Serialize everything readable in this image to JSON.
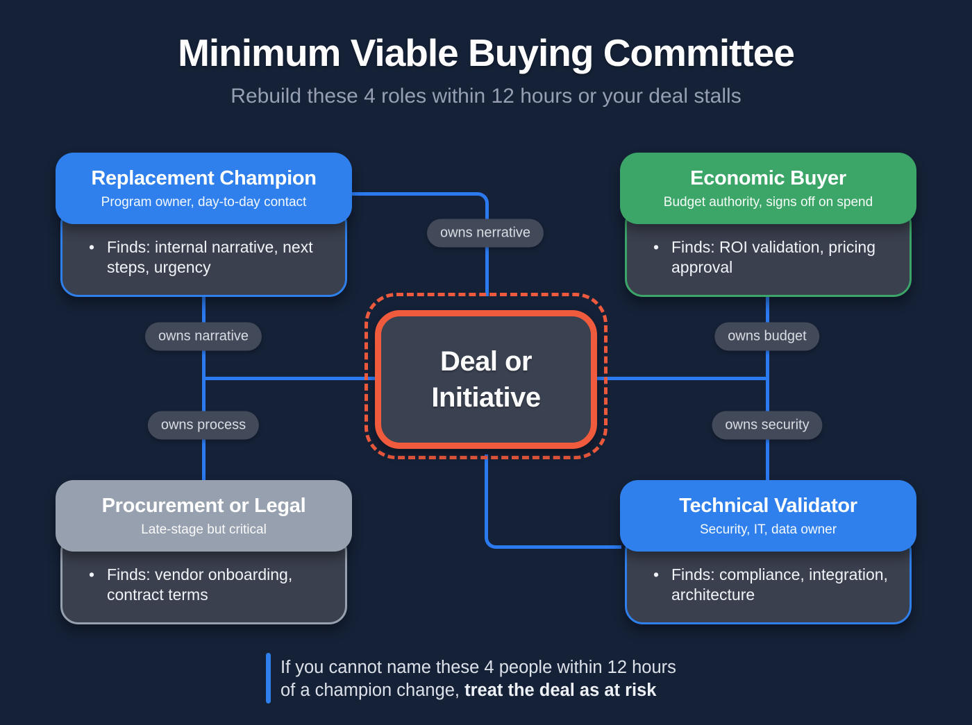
{
  "page": {
    "title": "Minimum Viable Buying Committee",
    "subtitle": "Rebuild these 4 roles within 12 hours or your deal stalls"
  },
  "center_node": {
    "line1": "Deal or",
    "line2": "Initiative"
  },
  "cards": [
    {
      "id": "replacement-champion",
      "title": "Replacement Champion",
      "subtitle": "Program owner, day-to-day contact",
      "bullet": "Finds: internal narrative, next steps, urgency",
      "accent": "#2f80ec"
    },
    {
      "id": "economic-buyer",
      "title": "Economic Buyer",
      "subtitle": "Budget authority, signs off on spend",
      "bullet": "Finds: ROI validation, pricing approval",
      "accent": "#3ca669"
    },
    {
      "id": "procurement-legal",
      "title": "Procurement or Legal",
      "subtitle": "Late-stage but critical",
      "bullet": "Finds: vendor onboarding, contract terms",
      "accent": "#97a0ae"
    },
    {
      "id": "technical-validator",
      "title": "Technical Validator",
      "subtitle": "Security, IT, data owner",
      "bullet": "Finds: compliance, integration, architecture",
      "accent": "#2f80ec"
    }
  ],
  "edge_labels": {
    "top": "owns nerrative",
    "left_upper": "owns narrative",
    "right_upper": "owns budget",
    "left_lower": "owns process",
    "right_lower": "owns security"
  },
  "footer": {
    "line1": "If you cannot name these 4 people within 12 hours",
    "line2_normal": "of a champion change, ",
    "line2_bold": "treat the deal as at risk"
  },
  "glyphs": {
    "bullet": "•"
  },
  "colors": {
    "background": "#152137",
    "line_blue": "#2b7af0",
    "accent_blue": "#2f80ec",
    "accent_green": "#3ca669",
    "accent_gray": "#97a0ae",
    "accent_orange": "#ee5a3d",
    "card_body": "#3a404e",
    "pill_bg": "#424958",
    "subtitle_gray": "#96a0b2"
  }
}
